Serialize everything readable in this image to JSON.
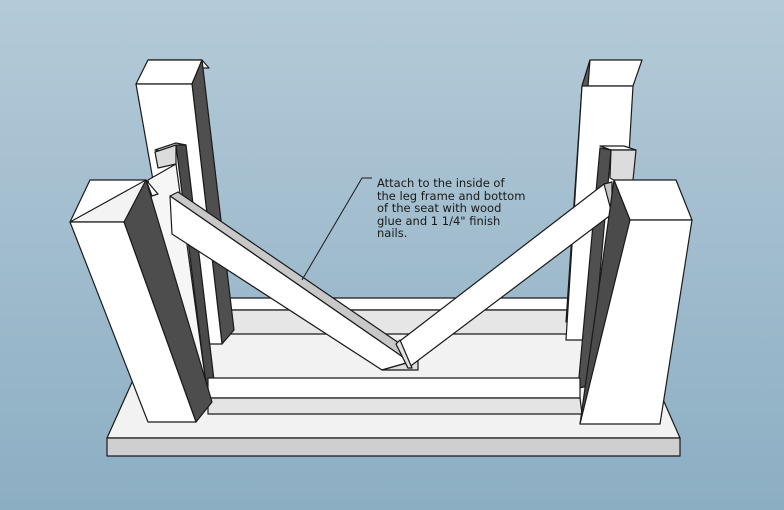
{
  "annotation": {
    "line1": "Attach to the inside of",
    "line2": "the leg frame and bottom",
    "line3": "of the seat with wood",
    "line4": "glue and 1 1/4\" finish",
    "line5": "nails."
  },
  "colors": {
    "background_top": "#b4cad8",
    "background_bottom": "#8caec3",
    "face_light": "#ffffff",
    "face_mid": "#ececec",
    "face_shade": "#c9c9c9",
    "face_dark": "#555555",
    "edge": "#1a1a1a"
  }
}
